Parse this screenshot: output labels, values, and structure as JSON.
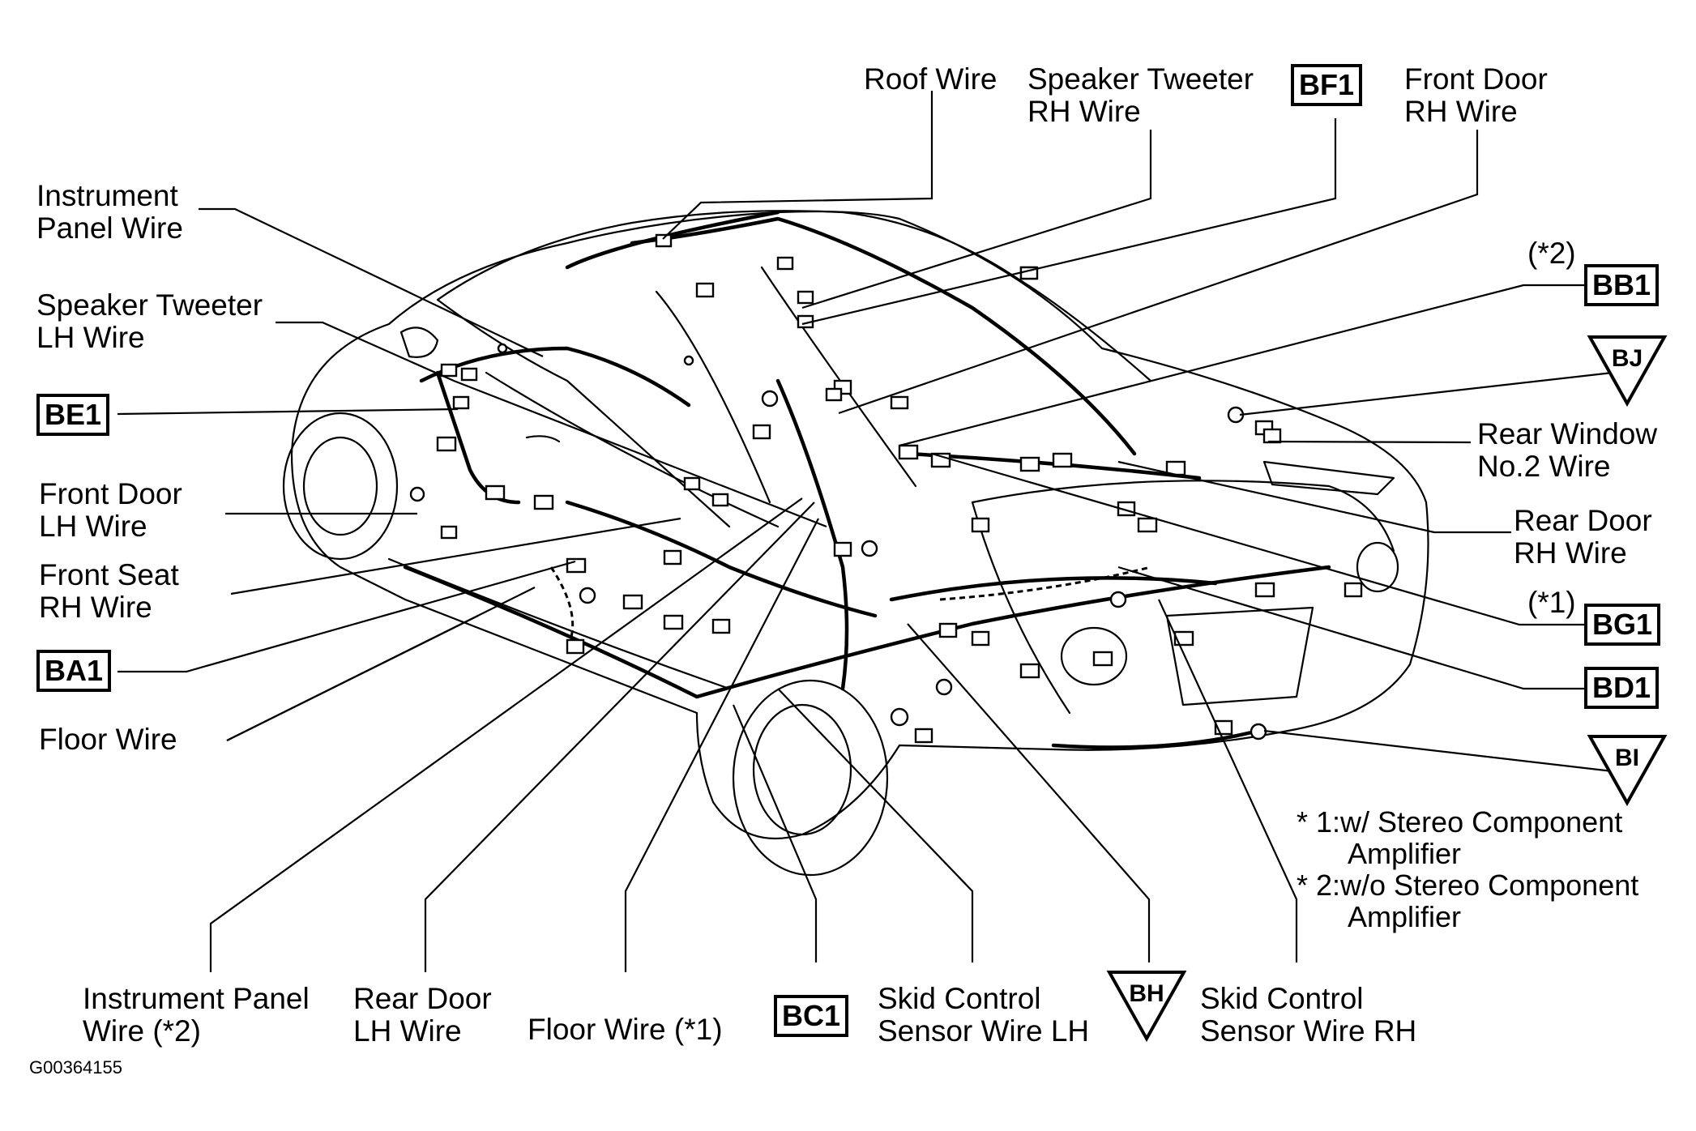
{
  "labels": {
    "roof_wire": "Roof Wire",
    "speaker_tweeter_rh": [
      "Speaker Tweeter",
      "RH Wire"
    ],
    "front_door_rh": [
      "Front Door",
      "RH Wire"
    ],
    "instrument_panel_wire": [
      "Instrument",
      "Panel Wire"
    ],
    "speaker_tweeter_lh": [
      "Speaker Tweeter",
      "LH Wire"
    ],
    "front_door_lh": [
      "Front Door",
      "LH Wire"
    ],
    "front_seat_rh": [
      "Front Seat",
      "RH Wire"
    ],
    "floor_wire": "Floor Wire",
    "rear_window_no2": [
      "Rear Window",
      "No.2 Wire"
    ],
    "rear_door_rh": [
      "Rear Door",
      "RH Wire"
    ],
    "note1_marker": "(*1)",
    "note2_marker": "(*2)",
    "instrument_panel_wire_2": [
      "Instrument Panel",
      "Wire (*2)"
    ],
    "rear_door_lh": [
      "Rear Door",
      "LH Wire"
    ],
    "floor_wire_1": "Floor Wire (*1)",
    "skid_lh": [
      "Skid Control",
      "Sensor Wire LH"
    ],
    "skid_rh": [
      "Skid Control",
      "Sensor Wire RH"
    ]
  },
  "connectors": {
    "bf1": "BF1",
    "bb1": "BB1",
    "be1": "BE1",
    "bg1": "BG1",
    "bd1": "BD1",
    "ba1": "BA1",
    "bc1": "BC1"
  },
  "ground_points": {
    "bj": "BJ",
    "bi": "BI",
    "bh": "BH"
  },
  "notes": {
    "note1_line1": "* 1:w/ Stereo Component",
    "note1_line2": "Amplifier",
    "note2_line1": "* 2:w/o Stereo Component",
    "note2_line2": "Amplifier"
  },
  "figure_code": "G00364155"
}
